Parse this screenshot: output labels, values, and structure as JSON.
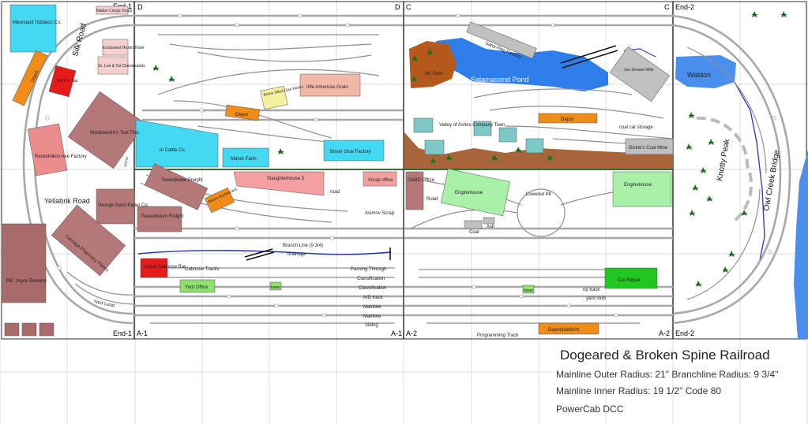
{
  "title": "Dogeared & Broken Spine Railroad",
  "specs": {
    "line1": "Mainline Outer Radius: 21\" Branchline Radius: 9 3/4\"",
    "line2": "Mainline Inner Radius:  19 1/2\"     Code 80",
    "line3": "PowerCab DCC"
  },
  "colors": {
    "grid": "#c8c8c8",
    "track": "#a8a8a8",
    "water": "#2f7de8",
    "trees": "#1f6b1f"
  },
  "corners": {
    "end1_top": "End-1",
    "end1_bottom": "End-1",
    "a1_left": "A-1",
    "a1_right": "A-1",
    "a2_left": "A-2",
    "a2_right": "A-2",
    "d_left": "D",
    "d_right": "D",
    "c_left": "C",
    "c_right": "C",
    "end2_top": "End-2",
    "end2_bottom": "End-2"
  },
  "labels": {
    "tobacco": "Meursault Tobbaco Co.",
    "coogs": "Nabbo Coogs Drops",
    "hotel": "Exclusivist Hoxter Hotel",
    "chessboards": "Jo, Lee & Tai Chessboards",
    "depot_end1": "Depot",
    "kid_fox": "Kid Fox Tap",
    "wordsworth": "Wordsworth's Text Tiles",
    "raskolnikov": "Raskolnikov Axe Factory",
    "yellabrik": "Yellabrik Road",
    "george_sand": "George Sand Paper Co.",
    "carriage": "Carriage Pharmacy Fibres",
    "re_joyce": "RE: Joyce Brewery",
    "yard_lead": "Yard Lead",
    "silk_road": "Silk Road",
    "mirror": "mirror",
    "cattle": "Io Cattle Co.",
    "manor": "Manor Farm",
    "depot_d": "Depot",
    "gas_works": "Brims Wind Gas Works",
    "grain": "Irfie Americas Grain",
    "glue": "Boxer Glue Factory",
    "tweedledee": "Tweedledee Freight",
    "tweedledum": "Tweedledum Freight",
    "slaughterhouse": "Slaughterhouse 5",
    "scrap_office": "Scrap office",
    "road": "road",
    "asimov": "Asimov Scrap",
    "alices": "Alice's Restaurant",
    "branch_line": "Branch Line (9 3/4)",
    "drainage": "drainage",
    "loose_caboose": "Loose Caboose Bar",
    "caboose_tracks": "Caboose Tracks",
    "passing": "Passing Through",
    "class1": "Classification",
    "class2": "Classification",
    "ad_track": "A/D track",
    "mainline1": "Mainline",
    "mainline2": "Mainline",
    "siding": "Siding",
    "yard_office": "Yard Office",
    "tower_a1": "tower",
    "sans_flag": "Sans-Flag Factory",
    "salamasond": "Salamasond Pond",
    "mt_dew": "Mt. Dew",
    "valley": "Valley of Ashes Company Town",
    "jon_grease": "Jon Grease Mills",
    "depot_c": "Depot",
    "coal_storage": "coal car storage",
    "dickie": "Dickie's Coal Mine",
    "dbd": "D&BD Office",
    "road_a2": "Road",
    "enginehouse1": "Enginehouse",
    "enginehouse2": "Enginehouse",
    "lowered_pit": "Lowered Pit",
    "coal": "Coal",
    "ash": "Ash",
    "car_repair": "Car Repair",
    "rip_track": "rip track",
    "yard_stub": "yard stub",
    "tower_a2": "tower",
    "depot_platform": "Depot/platform",
    "programming": "Programming Track",
    "waldon": "Waldon",
    "knotty": "Knotty Peak",
    "owl_creek": "Owl Creek Bridge"
  }
}
